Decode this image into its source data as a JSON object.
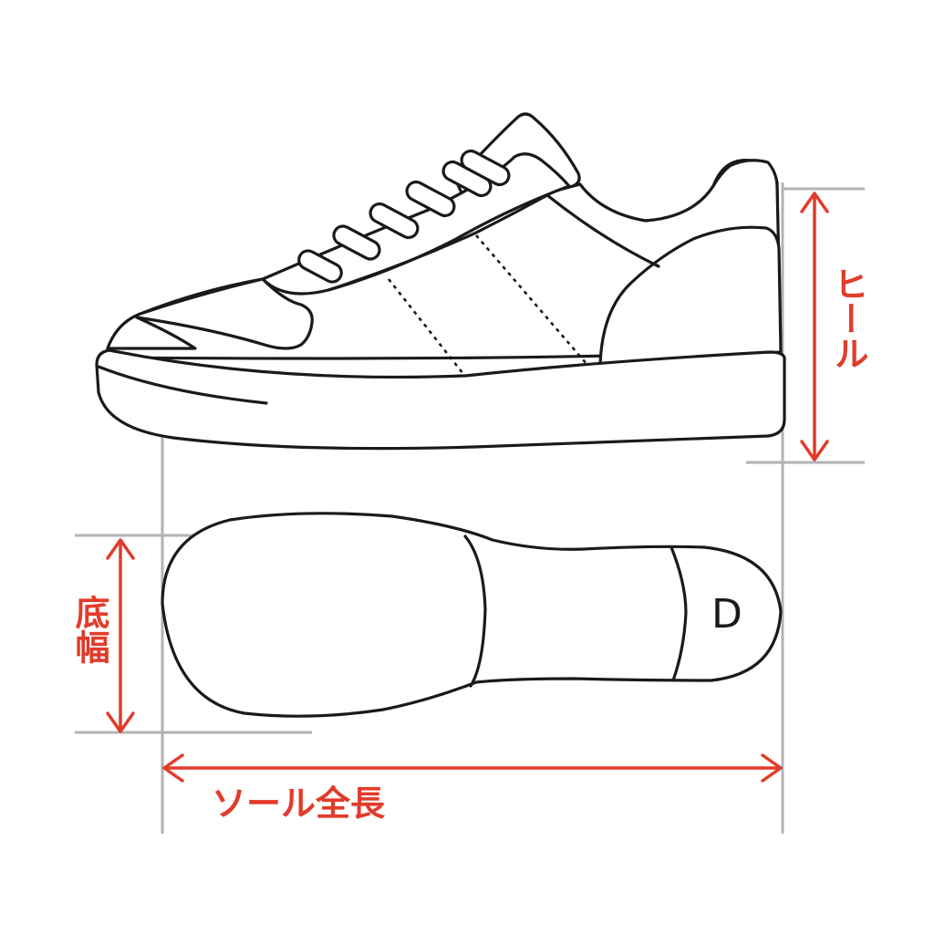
{
  "colors": {
    "dimension": "#e23b2a",
    "outline": "#1a1a1a",
    "guide": "#b3b3b3"
  },
  "labels": {
    "heel": "ヒール",
    "sole_width": "底幅",
    "sole_length": "ソール全長",
    "width_mark": "D"
  }
}
